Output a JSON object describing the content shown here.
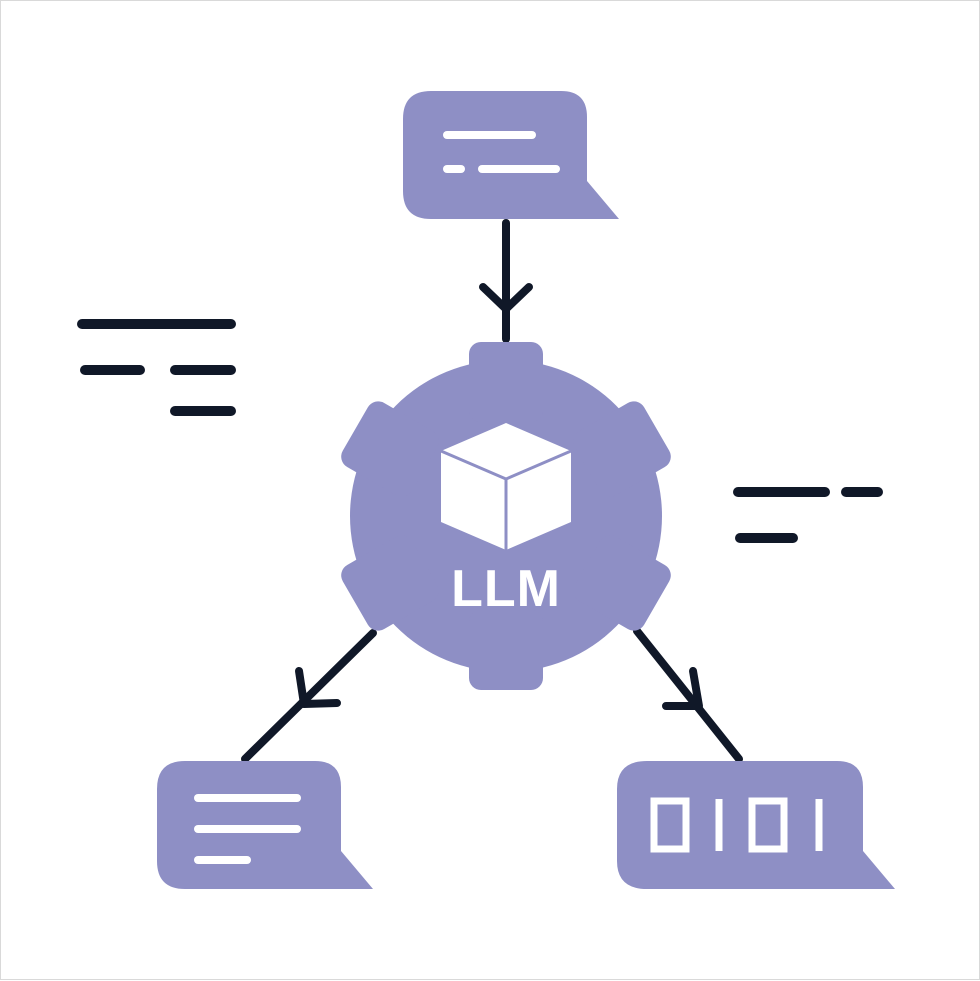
{
  "diagram": {
    "center_label": "LLM",
    "binary_text": [
      "0",
      "1",
      "0",
      "1"
    ],
    "nodes": [
      {
        "id": "input-message",
        "role": "input",
        "icon": "chat-bubble-icon"
      },
      {
        "id": "llm-engine",
        "role": "processor",
        "icon": "gear-icon",
        "inner_icon": "cube-icon"
      },
      {
        "id": "text-output",
        "role": "output",
        "icon": "chat-bubble-icon"
      },
      {
        "id": "binary-output",
        "role": "output",
        "icon": "binary-bubble-icon"
      }
    ],
    "edges": [
      {
        "from": "input-message",
        "to": "llm-engine"
      },
      {
        "from": "llm-engine",
        "to": "text-output"
      },
      {
        "from": "llm-engine",
        "to": "binary-output"
      }
    ],
    "colors": {
      "fill": "#8e8fc5",
      "stroke": "#101828",
      "inner": "#ffffff",
      "background": "#ffffff"
    }
  }
}
